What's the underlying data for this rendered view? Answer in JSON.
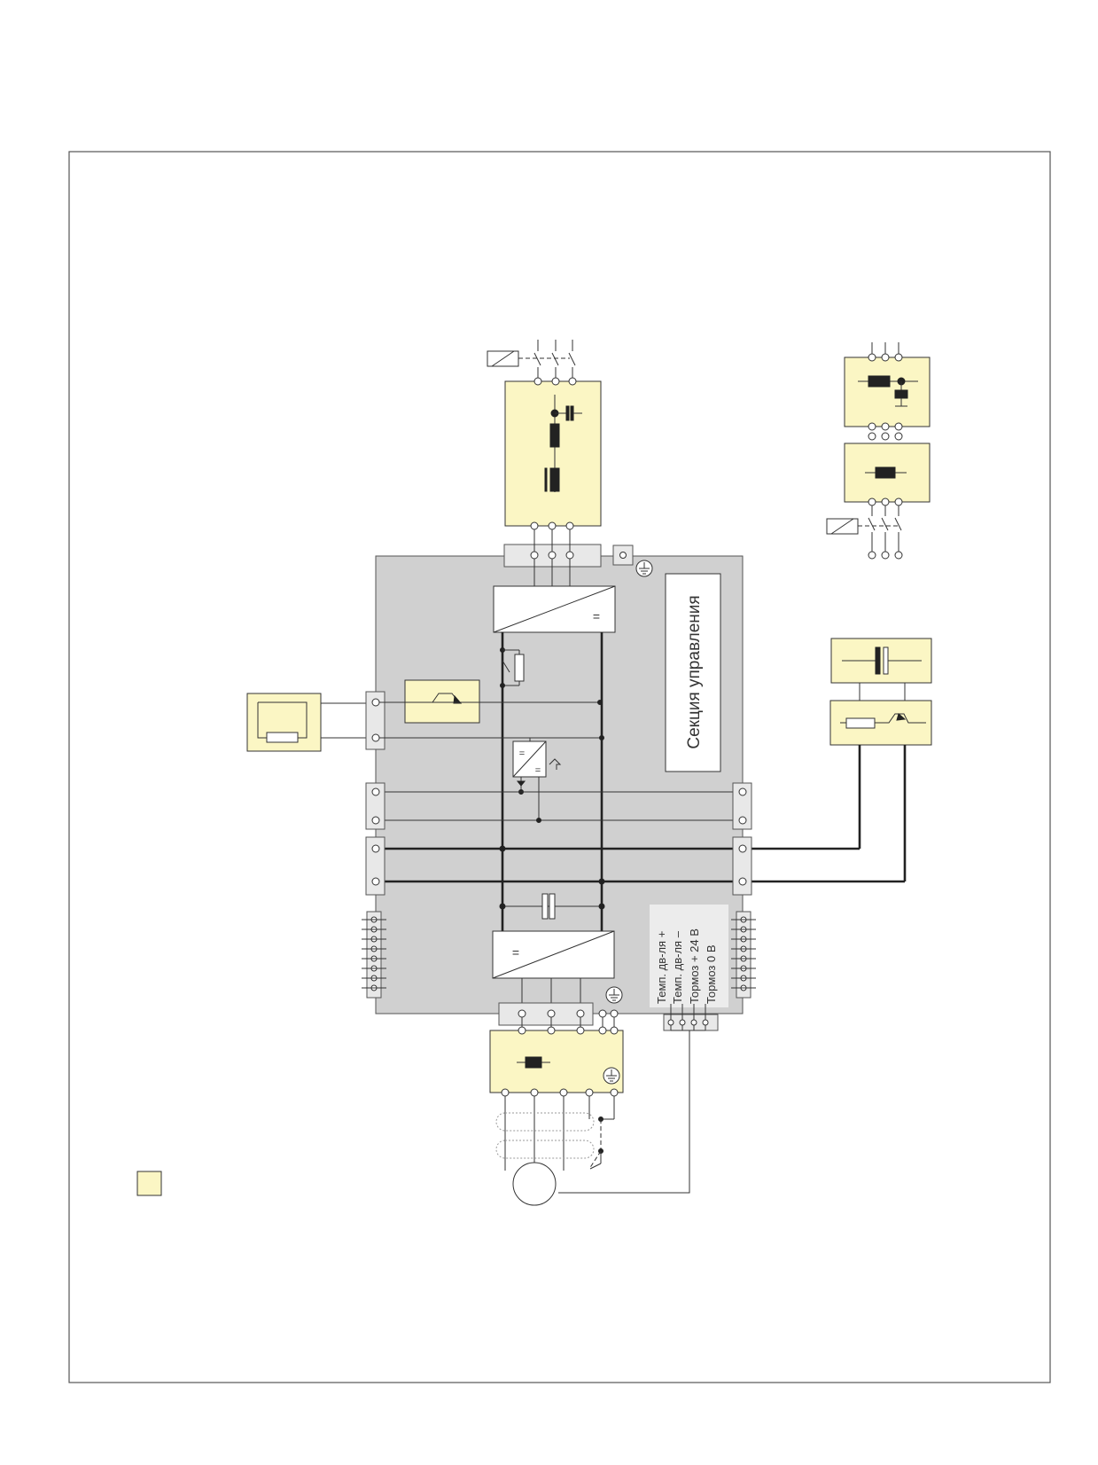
{
  "control_section": {
    "label": "Секция управления"
  },
  "motor_connector": {
    "labels": [
      "Темп. дв-ля +",
      "Темп. дв-ля –",
      "Тормоз + 24 В",
      "Тормоз 0 В"
    ]
  },
  "converter_symbols": {
    "rectifier_dc": "=",
    "inverter_dc": "=",
    "dcdc_in": "=",
    "dcdc_out": "="
  },
  "colors": {
    "option_fill": "#fbf6c4",
    "unit_fill": "#d0d0d0",
    "frame": "#555555"
  },
  "icons": [
    "ground-icon",
    "contactor-coil-icon",
    "reactor-icon",
    "filter-icon",
    "capacitor-icon",
    "resistor-icon",
    "brake-chopper-icon",
    "motor-icon"
  ]
}
